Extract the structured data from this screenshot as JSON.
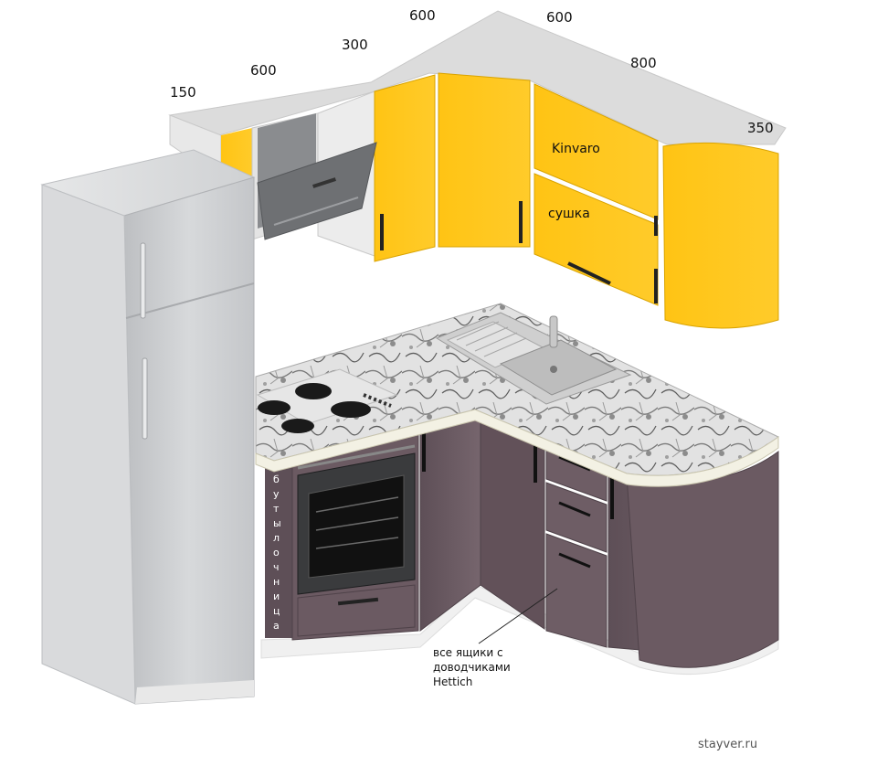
{
  "dimensions": [
    "150",
    "600",
    "300",
    "600",
    "600",
    "800",
    "350"
  ],
  "labels": {
    "kinvaro": "Kinvaro",
    "dryer": "сушка",
    "bottle_rack_letters": [
      "б",
      "у",
      "т",
      "ы",
      "л",
      "о",
      "ч",
      "н",
      "и",
      "ц",
      "а"
    ],
    "drawers_note": [
      "все ящики с",
      "доводчиками",
      "Hettich"
    ]
  },
  "watermark": "stayver.ru",
  "colors": {
    "upper_fronts": "#FFC61A",
    "lower_fronts": "#6B5A62",
    "carcass": "#DDDDDD",
    "fridge": "#C9CBCE",
    "countertop": "#D8D8D8"
  }
}
